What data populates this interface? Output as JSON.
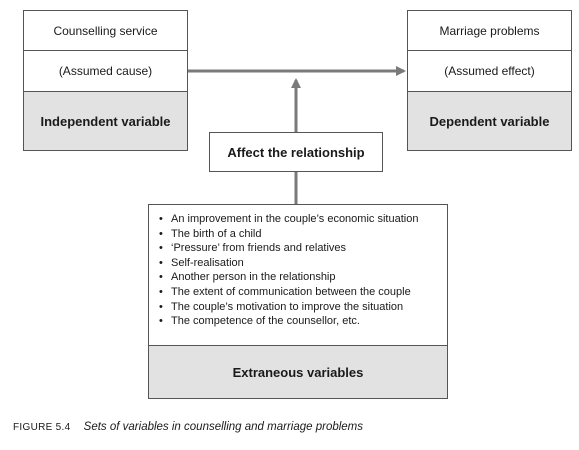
{
  "independent": {
    "top": "Counselling service",
    "middle": "(Assumed cause)",
    "label": "Independent variable"
  },
  "dependent": {
    "top": "Marriage problems",
    "middle": "(Assumed effect)",
    "label": "Dependent variable"
  },
  "affect": "Affect the relationship",
  "extraneous": {
    "items": [
      "An improvement in the couple’s economic situation",
      "The birth of a child",
      "‘Pressure’ from friends and relatives",
      "Self-realisation",
      "Another person in the relationship",
      "The extent of communication between the couple",
      "The couple’s motivation to improve the situation",
      "The competence of the counsellor, etc."
    ],
    "label": "Extraneous variables"
  },
  "caption": {
    "figure": "FIGURE 5.4",
    "text": "Sets of variables in counselling and marriage problems"
  },
  "colors": {
    "shade": "#e2e2e2",
    "arrow": "#7a7a7a",
    "border": "#555555"
  }
}
